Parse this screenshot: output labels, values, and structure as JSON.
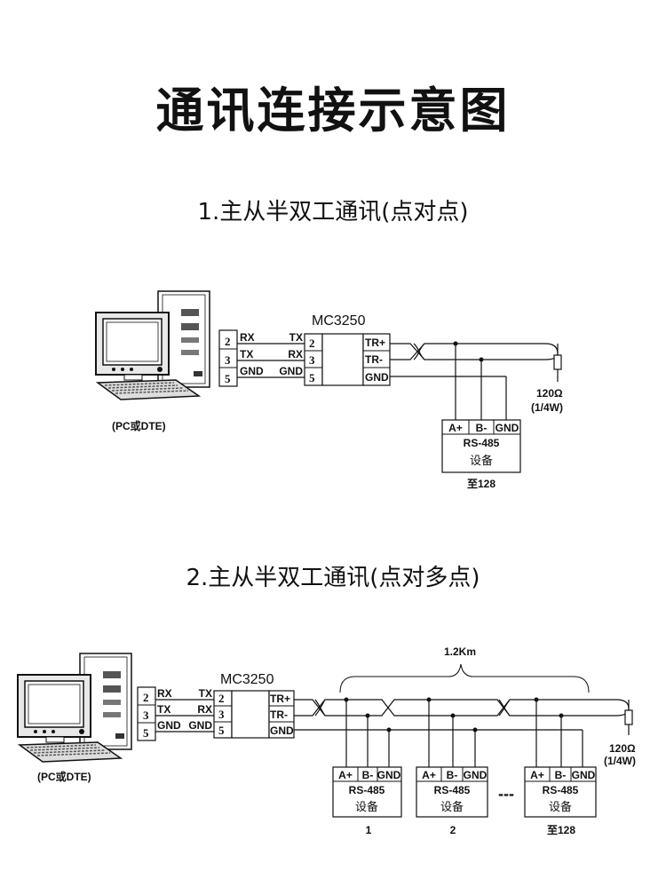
{
  "title": "通讯连接示意图",
  "section1": {
    "heading": "1.主从半双工通讯(点对点)",
    "pc_label": "(PC或DTE)",
    "port_pins": [
      "2",
      "3",
      "5"
    ],
    "pc_signals": [
      "RX",
      "TX",
      "GND"
    ],
    "converter_signals": [
      "TX",
      "RX",
      "GND"
    ],
    "converter_name": "MC3250",
    "converter_pins": [
      "2",
      "3",
      "5"
    ],
    "output_terminals": [
      "TR+",
      "TR-",
      "GND"
    ],
    "device_terminals": [
      "A+",
      "B-",
      "GND"
    ],
    "device_protocol": "RS-485",
    "device_label": "设备",
    "device_count": "至128",
    "resistor_value": "120Ω",
    "resistor_power": "(1/4W)"
  },
  "section2": {
    "heading": "2.主从半双工通讯(点对多点)",
    "pc_label": "(PC或DTE)",
    "port_pins": [
      "2",
      "3",
      "5"
    ],
    "pc_signals": [
      "RX",
      "TX",
      "GND"
    ],
    "converter_signals": [
      "TX",
      "RX",
      "GND"
    ],
    "converter_name": "MC3250",
    "converter_pins": [
      "2",
      "3",
      "5"
    ],
    "output_terminals": [
      "TR+",
      "TR-",
      "GND"
    ],
    "distance": "1.2Km",
    "devices": [
      {
        "terminals": [
          "A+",
          "B-",
          "GND"
        ],
        "protocol": "RS-485",
        "label": "设备",
        "index": "1"
      },
      {
        "terminals": [
          "A+",
          "B-",
          "GND"
        ],
        "protocol": "RS-485",
        "label": "设备",
        "index": "2"
      },
      {
        "terminals": [
          "A+",
          "B-",
          "GND"
        ],
        "protocol": "RS-485",
        "label": "设备",
        "index": "至128"
      }
    ],
    "ellipsis": "---",
    "resistor_value": "120Ω",
    "resistor_power": "(1/4W)"
  }
}
